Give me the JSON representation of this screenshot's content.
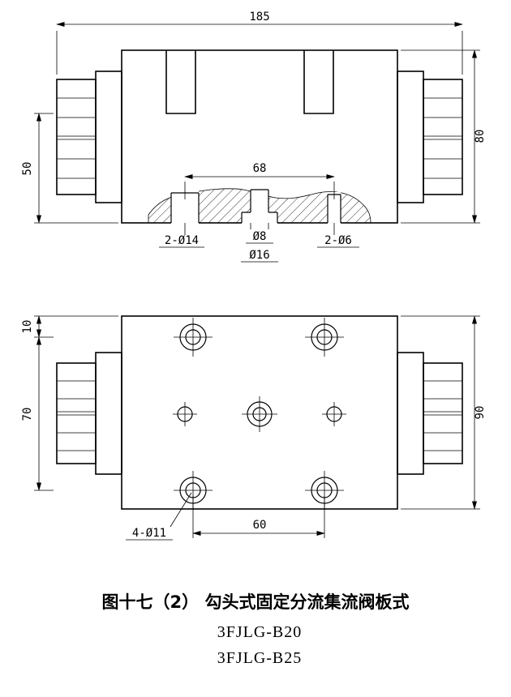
{
  "top_view": {
    "dim_width": "185",
    "dim_height": "80",
    "dim_left": "50",
    "dim_span": "68",
    "port_left": "2-Ø14",
    "port_center_small": "Ø8",
    "port_center_large": "Ø16",
    "port_right": "2-Ø6"
  },
  "bottom_view": {
    "dim_offset": "10",
    "dim_left": "70",
    "dim_right": "90",
    "holes_label": "4-Ø11",
    "dim_span": "60"
  },
  "caption": {
    "title": "图十七（2） 勾头式固定分流集流阀板式",
    "model_1": "3FJLG-B20",
    "model_2": "3FJLG-B25"
  }
}
